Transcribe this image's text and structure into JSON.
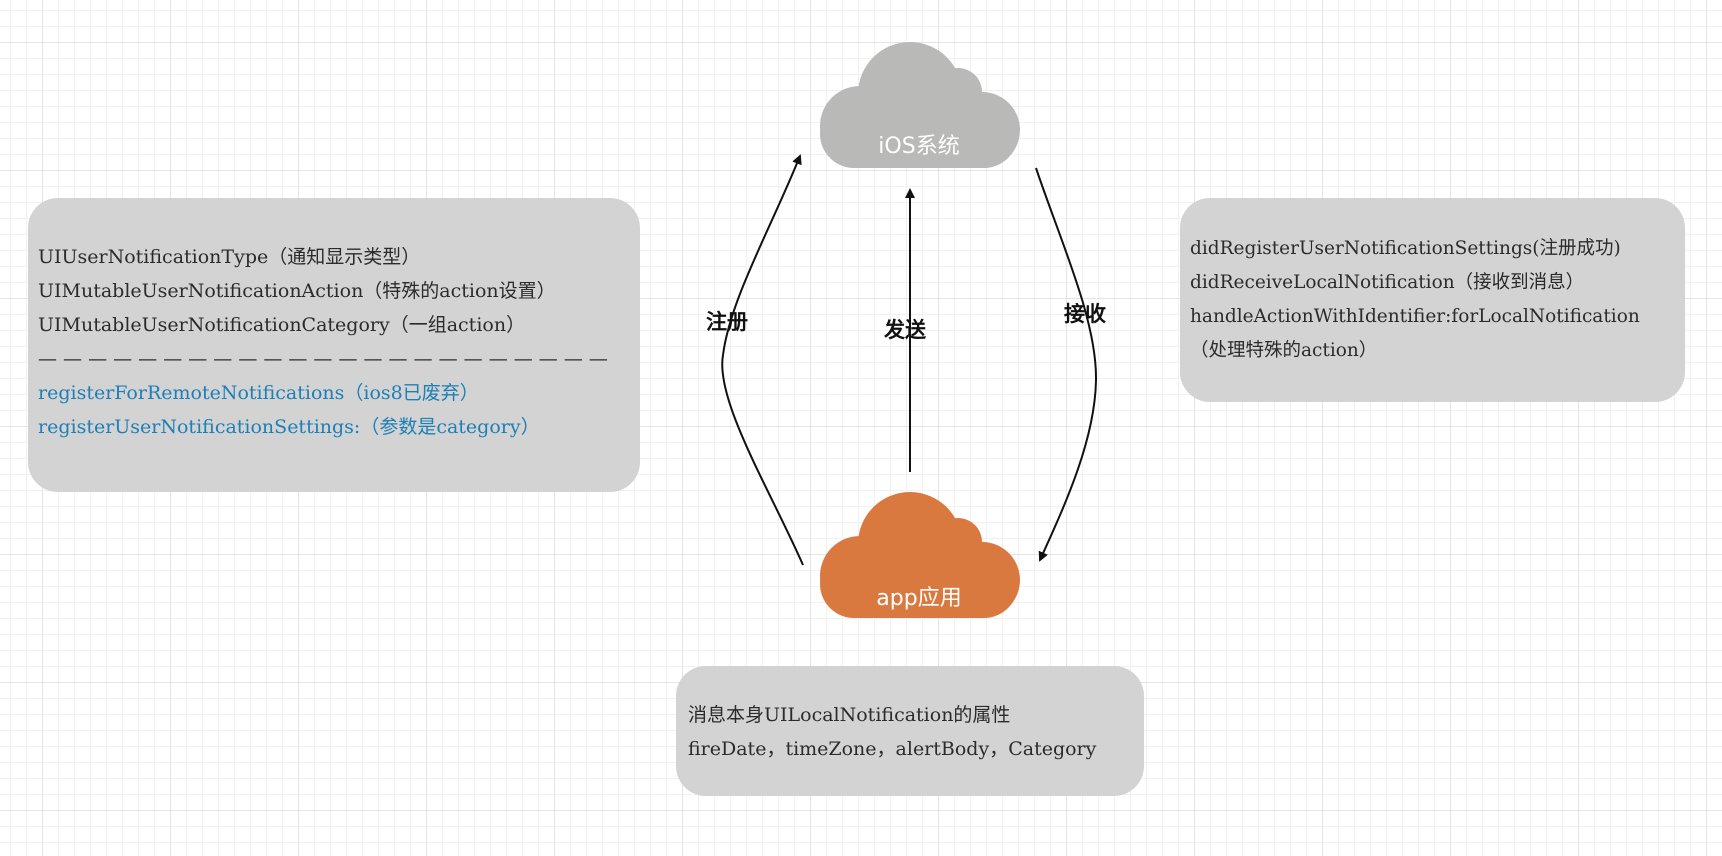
{
  "colors": {
    "box_fill": "#d3d3d3",
    "ios_cloud": "#b9b9b7",
    "app_cloud": "#d97940",
    "blue_text": "#1c7fb6",
    "arrow": "#111111"
  },
  "clouds": {
    "ios": "iOS系统",
    "app": "app应用"
  },
  "arrows": {
    "register": "注册",
    "send": "发送",
    "receive": "接收"
  },
  "left_box": {
    "lines": [
      "UIUserNotificationType（通知显示类型）",
      "UIMutableUserNotificationAction（特殊的action设置）",
      "UIMutableUserNotificationCategory（一组action）",
      "— — — — — — — — — — — — — — — — — — — — — — —"
    ],
    "blue_lines": [
      "registerForRemoteNotifications（ios8已废弃）",
      "registerUserNotificationSettings:（参数是category）"
    ]
  },
  "right_box": {
    "lines": [
      "didRegisterUserNotificationSettings(注册成功)",
      "didReceiveLocalNotification（接收到消息）",
      "handleActionWithIdentifier:forLocalNotification",
      "（处理特殊的action）"
    ]
  },
  "bottom_box": {
    "lines": [
      "消息本身UILocalNotification的属性",
      "fireDate，timeZone，alertBody，Category"
    ]
  }
}
